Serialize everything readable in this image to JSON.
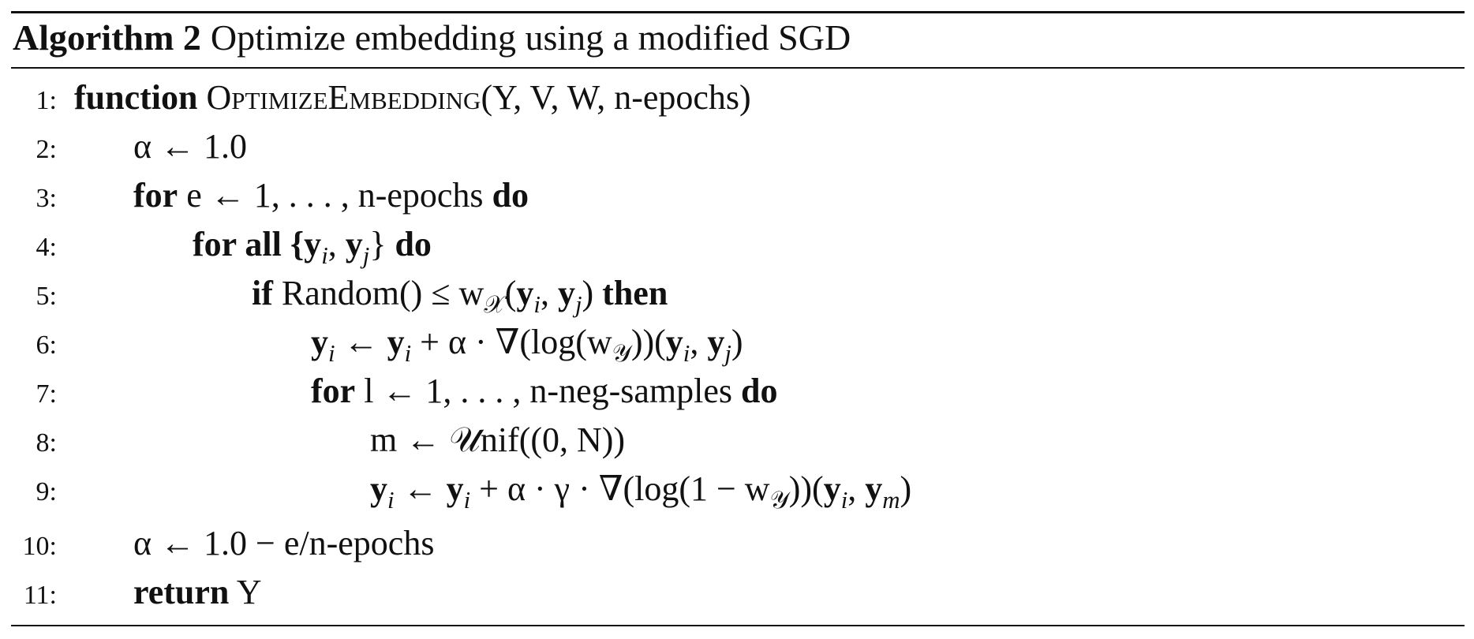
{
  "algorithm": {
    "label": "Algorithm 2",
    "title": "Optimize embedding using a modified SGD",
    "lines": [
      {
        "num": "1:",
        "indent": 0,
        "parts": [
          {
            "t": "function",
            "s": "kw"
          },
          {
            "t": " "
          },
          {
            "t": "OptimizeEmbedding",
            "s": "sc"
          },
          {
            "t": "(Y, V, W, n-epochs)"
          }
        ]
      },
      {
        "num": "2:",
        "indent": 1,
        "parts": [
          {
            "t": "α ← 1.0"
          }
        ]
      },
      {
        "num": "3:",
        "indent": 1,
        "parts": [
          {
            "t": "for",
            "s": "kw"
          },
          {
            "t": " e ← 1, . . . , n-epochs "
          },
          {
            "t": "do",
            "s": "kw"
          }
        ]
      },
      {
        "num": "4:",
        "indent": 2,
        "parts": [
          {
            "t": "for all",
            "s": "kw"
          },
          {
            "t": " {y",
            "s": "kw"
          },
          {
            "t": "i"
          },
          {
            "t": ", "
          },
          {
            "t": "y",
            "s": "kw"
          },
          {
            "t": "j"
          },
          {
            "t": "} "
          },
          {
            "t": "do",
            "s": "kw"
          }
        ]
      },
      {
        "num": "5:",
        "indent": 3,
        "parts": [
          {
            "t": "if",
            "s": "kw"
          },
          {
            "t": " Random() ≤ w"
          },
          {
            "t": "𝒳"
          },
          {
            "t": "("
          },
          {
            "t": "y",
            "s": "kw"
          },
          {
            "t": "i"
          },
          {
            "t": ", "
          },
          {
            "t": "y",
            "s": "kw"
          },
          {
            "t": "j"
          },
          {
            "t": ") "
          },
          {
            "t": "then",
            "s": "kw"
          }
        ]
      },
      {
        "num": "6:",
        "indent": 4,
        "parts": [
          {
            "t": "y",
            "s": "kw"
          },
          {
            "t": "i"
          },
          {
            "t": " ← "
          },
          {
            "t": "y",
            "s": "kw"
          },
          {
            "t": "i"
          },
          {
            "t": " + α · ∇(log(w"
          },
          {
            "t": "𝒴"
          },
          {
            "t": "))("
          },
          {
            "t": "y",
            "s": "kw"
          },
          {
            "t": "i"
          },
          {
            "t": ", "
          },
          {
            "t": "y",
            "s": "kw"
          },
          {
            "t": "j"
          },
          {
            "t": ")"
          }
        ]
      },
      {
        "num": "7:",
        "indent": 4,
        "parts": [
          {
            "t": "for",
            "s": "kw"
          },
          {
            "t": " l ← 1, . . . , n-neg-samples "
          },
          {
            "t": "do",
            "s": "kw"
          }
        ]
      },
      {
        "num": "8:",
        "indent": 5,
        "parts": [
          {
            "t": "m ← 𝒰nif((0, N))"
          }
        ]
      },
      {
        "num": "9:",
        "indent": 5,
        "parts": [
          {
            "t": "y",
            "s": "kw"
          },
          {
            "t": "i"
          },
          {
            "t": " ← "
          },
          {
            "t": "y",
            "s": "kw"
          },
          {
            "t": "i"
          },
          {
            "t": " + α · γ · ∇(log(1 − w"
          },
          {
            "t": "𝒴"
          },
          {
            "t": "))("
          },
          {
            "t": "y",
            "s": "kw"
          },
          {
            "t": "i"
          },
          {
            "t": ", "
          },
          {
            "t": "y",
            "s": "kw"
          },
          {
            "t": "m"
          },
          {
            "t": ")"
          }
        ]
      },
      {
        "num": "10:",
        "indent": 1,
        "gap": true,
        "parts": [
          {
            "t": "α ← 1.0 − e/n-epochs"
          }
        ]
      },
      {
        "num": "11:",
        "indent": 1,
        "parts": [
          {
            "t": "return",
            "s": "kw"
          },
          {
            "t": " Y"
          }
        ]
      }
    ]
  }
}
